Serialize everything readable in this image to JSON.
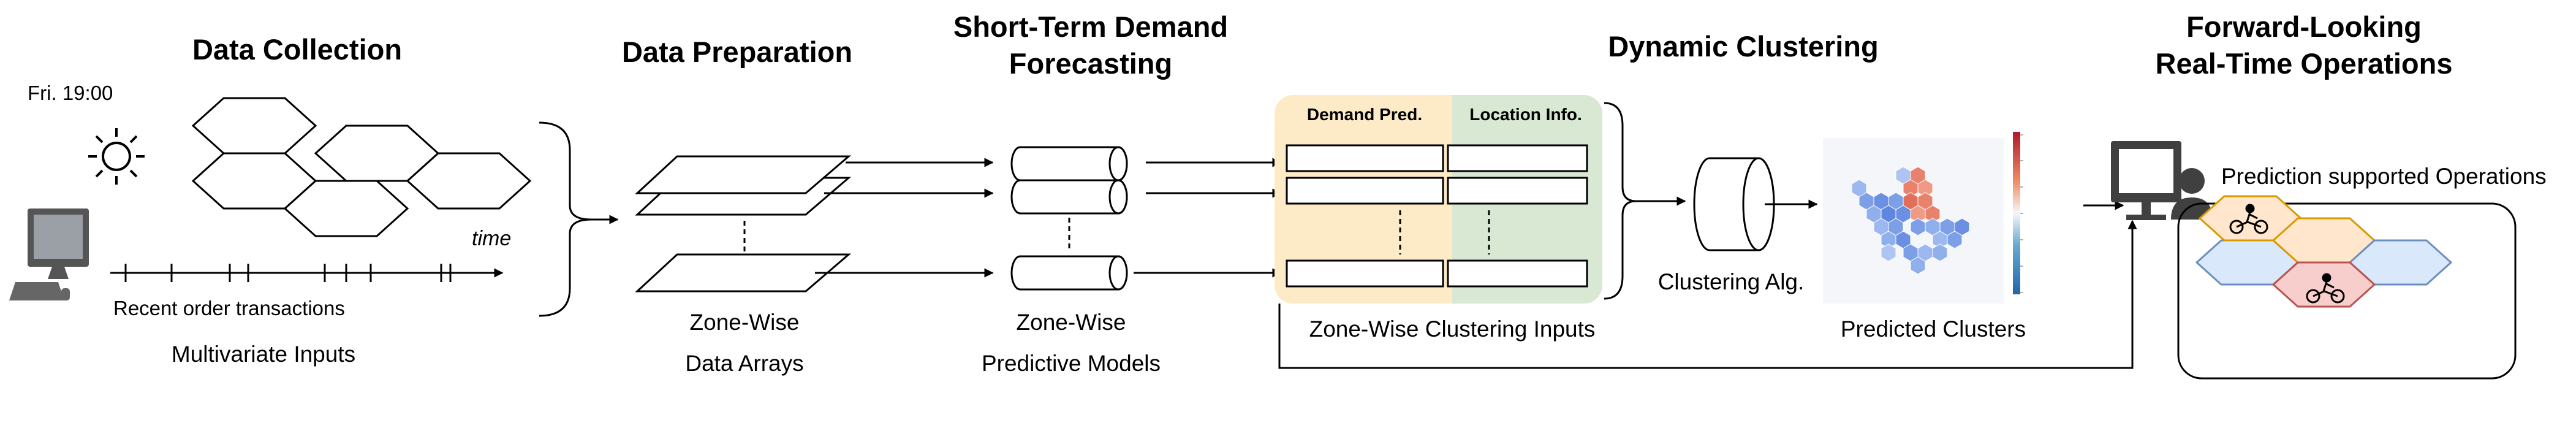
{
  "stages": {
    "data_collection": {
      "title": "Data Collection",
      "timestamp": "Fri. 19:00",
      "time_axis_label": "time",
      "transactions_label": "Recent order transactions",
      "caption": "Multivariate Inputs",
      "icons": [
        "sun-icon",
        "hexagon-grid-icon",
        "computer-icon"
      ]
    },
    "data_preparation": {
      "title": "Data Preparation",
      "caption_line1": "Zone-Wise",
      "caption_line2": "Data Arrays",
      "icons": [
        "stacked-layers-icon"
      ]
    },
    "forecasting": {
      "title_line1": "Short-Term Demand",
      "title_line2": "Forecasting",
      "caption_line1": "Zone-Wise",
      "caption_line2": "Predictive Models",
      "icons": [
        "cylinder-model-icon"
      ]
    },
    "dynamic_clustering": {
      "title": "Dynamic Clustering",
      "demand_header": "Demand Pred.",
      "location_header": "Location Info.",
      "inputs_caption": "Zone-Wise Clustering Inputs",
      "algorithm_label": "Clustering Alg.",
      "clusters_caption": "Predicted Clusters",
      "icons": [
        "cylinder-algorithm-icon",
        "cluster-heatmap-icon"
      ]
    },
    "operations": {
      "title_line1": "Forward-Looking",
      "title_line2": "Real-Time Operations",
      "label": "Prediction supported Operations",
      "icons": [
        "operator-workstation-icon",
        "courier-scooter-icon"
      ]
    }
  },
  "colors": {
    "demand_panel": "#fdebc8",
    "location_panel": "#d8e8d3",
    "hex_blue": "#dae8fc",
    "hex_blue_stroke": "#6c8ebf",
    "hex_orange": "#ffe6cc",
    "hex_orange_stroke": "#d79b00",
    "hex_red": "#f8cecc",
    "hex_red_stroke": "#b85450",
    "cluster_blue": "#7d9fe8",
    "cluster_red": "#e8826c",
    "operator": "#404040"
  }
}
